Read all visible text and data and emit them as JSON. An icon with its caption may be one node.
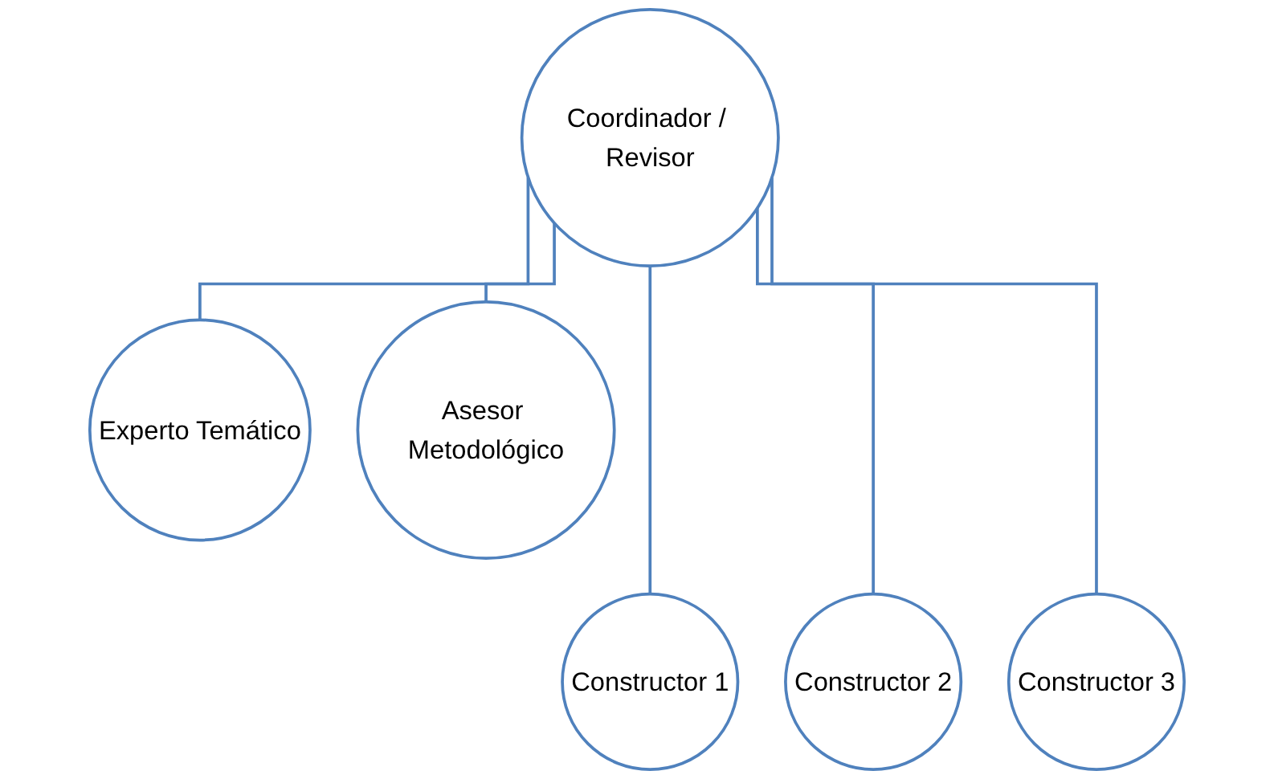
{
  "diagram": {
    "nodes": [
      {
        "text": [
          "Coordinador / Revisor"
        ]
      },
      {
        "text": [
          "Experto Temático"
        ]
      },
      {
        "text": [
          "Asesor Metodológico"
        ]
      },
      {
        "text": [
          "Constructor 1"
        ]
      },
      {
        "text": [
          "Constructor 2"
        ]
      },
      {
        "text": [
          "Constructor 3"
        ]
      }
    ],
    "edges": [
      {
        "from": 0,
        "to": 1,
        "arrow": "none"
      },
      {
        "from": 0,
        "to": 2,
        "arrow": "none"
      },
      {
        "from": 0,
        "to": 3,
        "arrow": "none"
      },
      {
        "from": 0,
        "to": 4,
        "arrow": "none"
      },
      {
        "from": 0,
        "to": 5,
        "arrow": "none"
      }
    ]
  }
}
